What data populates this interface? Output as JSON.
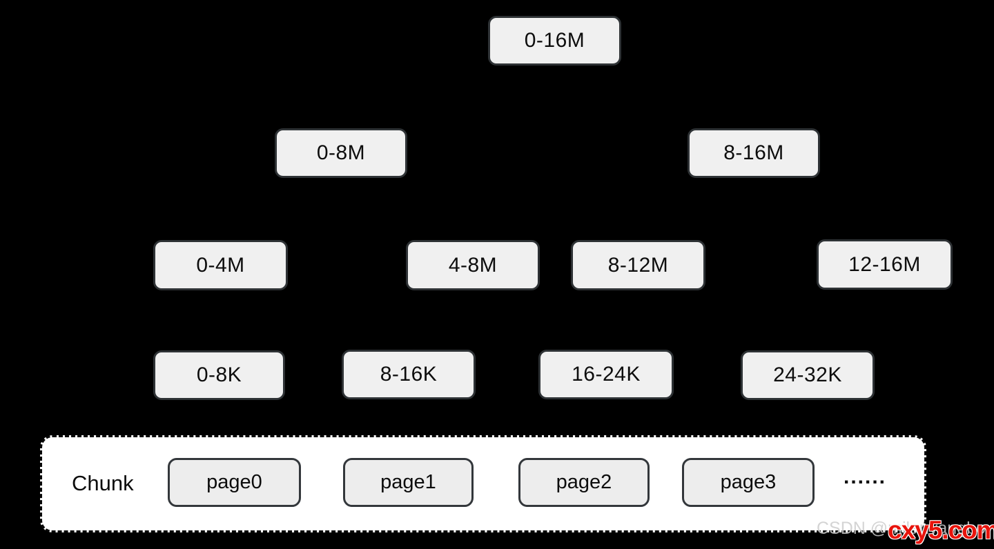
{
  "colors": {
    "background": "#000000",
    "node_fill": "#f0f0f0",
    "node_border": "#2e3235",
    "chunk_fill": "#ffffff",
    "chunk_border": "#0a0a0a",
    "text": "#0d0d0d",
    "watermark_gray": "#cdcdcd",
    "watermark_red": "#e8140c"
  },
  "tree": {
    "levels": [
      {
        "nodes": [
          {
            "label": "0-16M"
          }
        ]
      },
      {
        "nodes": [
          {
            "label": "0-8M"
          },
          {
            "label": "8-16M"
          }
        ]
      },
      {
        "nodes": [
          {
            "label": "0-4M"
          },
          {
            "label": "4-8M"
          },
          {
            "label": "8-12M"
          },
          {
            "label": "12-16M"
          }
        ]
      },
      {
        "nodes": [
          {
            "label": "0-8K"
          },
          {
            "label": "8-16K"
          },
          {
            "label": "16-24K"
          },
          {
            "label": "24-32K"
          }
        ]
      }
    ]
  },
  "chunk": {
    "label": "Chunk",
    "pages": [
      {
        "label": "page0"
      },
      {
        "label": "page1"
      },
      {
        "label": "page2"
      },
      {
        "label": "page3"
      }
    ],
    "ellipsis": "......"
  },
  "watermark": {
    "csdn": "CSDN @milanyangbo",
    "site": "cxy5.com"
  }
}
